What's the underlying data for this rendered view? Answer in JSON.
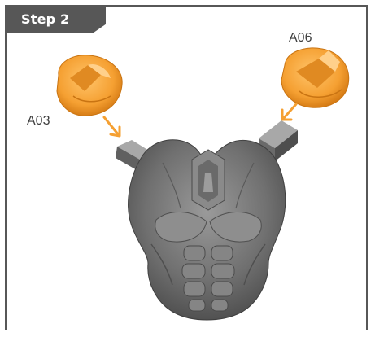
{
  "step_label": "Step 2",
  "parts": [
    {
      "id": "A03"
    },
    {
      "id": "A06"
    }
  ],
  "colors": {
    "frame": "#575757",
    "part_orange": "#f5a032",
    "arrow_orange": "#f5a032",
    "torso_gray": "#7a7a7a"
  }
}
